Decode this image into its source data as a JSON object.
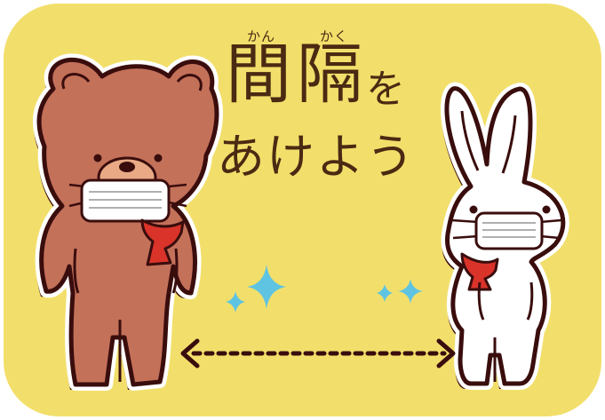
{
  "poster": {
    "heading": {
      "kanji_1": "間",
      "kanji_2": "隔",
      "kanji_tail": "を",
      "ruby_1": "かん",
      "ruby_2": "かく",
      "line_2": "あけよう"
    },
    "characters": [
      "bear-with-mask",
      "rabbit-with-mask"
    ],
    "colors": {
      "background": "#f2df6b",
      "text": "#4a2a12",
      "bear": "#c4715a",
      "outline": "#3a0d0d",
      "scarf": "#d9332a",
      "sparkle": "#5ec4e2"
    }
  }
}
